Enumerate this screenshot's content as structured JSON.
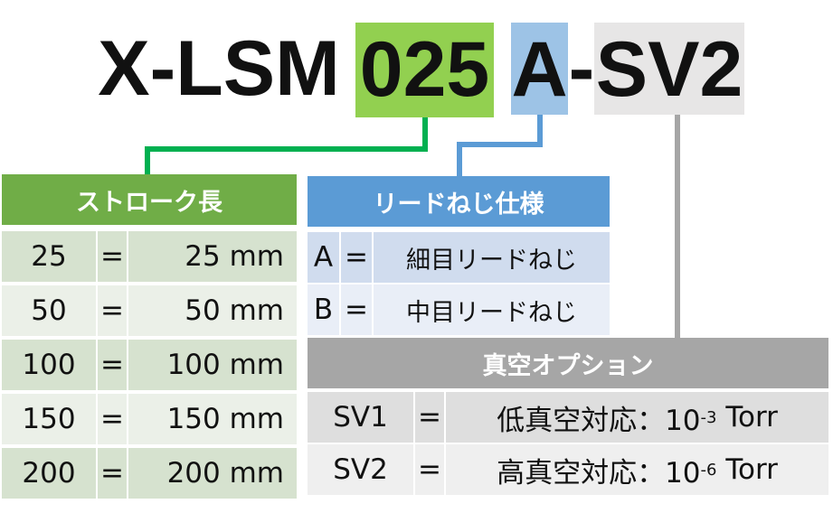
{
  "model": {
    "prefix": "X-LSM",
    "stroke_code": "025",
    "sep1": "",
    "lead_code": "A",
    "sep2": "-",
    "option_code": "SV2"
  },
  "colors": {
    "stroke": "#70ad47",
    "stroke_code": "#92d050",
    "lead": "#5b9bd5",
    "lead_code": "#9dc3e6",
    "option": "#a6a6a6",
    "option_code": "#e7e6e6"
  },
  "stroke_table": {
    "title": "ストローク長",
    "rows": [
      {
        "code": "25",
        "eq": "=",
        "value": "25 mm"
      },
      {
        "code": "50",
        "eq": "=",
        "value": "50 mm"
      },
      {
        "code": "100",
        "eq": "=",
        "value": "100 mm"
      },
      {
        "code": "150",
        "eq": "=",
        "value": "150 mm"
      },
      {
        "code": "200",
        "eq": "=",
        "value": "200 mm"
      }
    ]
  },
  "lead_table": {
    "title": "リードねじ仕様",
    "rows": [
      {
        "code": "A",
        "eq": "=",
        "value": "細目リードねじ"
      },
      {
        "code": "B",
        "eq": "=",
        "value": "中目リードねじ"
      }
    ]
  },
  "option_table": {
    "title": "真空オプション",
    "rows": [
      {
        "code": "SV1",
        "eq": "=",
        "value": "低真空対応：10",
        "exp": "-3",
        "unit": " Torr"
      },
      {
        "code": "SV2",
        "eq": "=",
        "value": "高真空対応：10",
        "exp": "-6",
        "unit": " Torr"
      }
    ]
  }
}
